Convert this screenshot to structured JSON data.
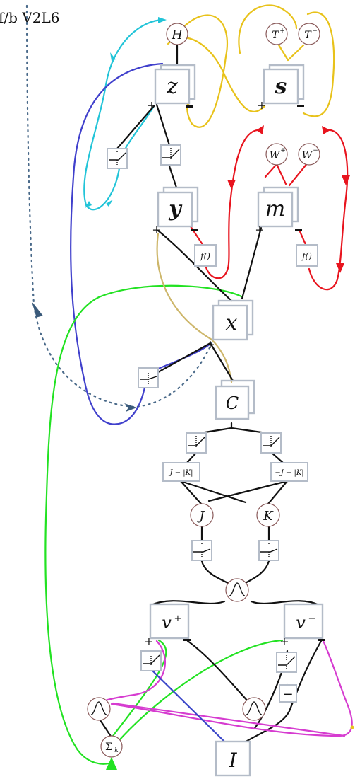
{
  "corner_label": "f/b V2L6",
  "boxes": {
    "z": "z",
    "s": "s",
    "y": "y",
    "m": "m",
    "x": "x",
    "C": "C",
    "vplus": "v",
    "vminus": "v",
    "I": "I"
  },
  "superscripts": {
    "vplus": "+",
    "vminus": "−",
    "Tplus": "+",
    "Tminus": "−",
    "Wplus": "+",
    "Wminus": "−"
  },
  "circles": {
    "H": "H",
    "Tplus": "T",
    "Tminus": "T",
    "Wplus": "W",
    "Wminus": "W",
    "J": "J",
    "K": "K",
    "sigma": "Σ",
    "sigma_sub": "k"
  },
  "small_boxes": {
    "fy": "f()",
    "fm": "f()",
    "jk_left": "J − |K|",
    "jk_right": "−J − |K|",
    "minus": "−"
  },
  "colors": {
    "cyan": "#22c4d8",
    "yellow": "#e8c21a",
    "red": "#e8141e",
    "blue": "#4040cc",
    "green": "#22e222",
    "tan": "#cdb66a",
    "magenta": "#d63cd0",
    "dark_blue_dotted": "#4a6a8a",
    "black": "#111111"
  }
}
